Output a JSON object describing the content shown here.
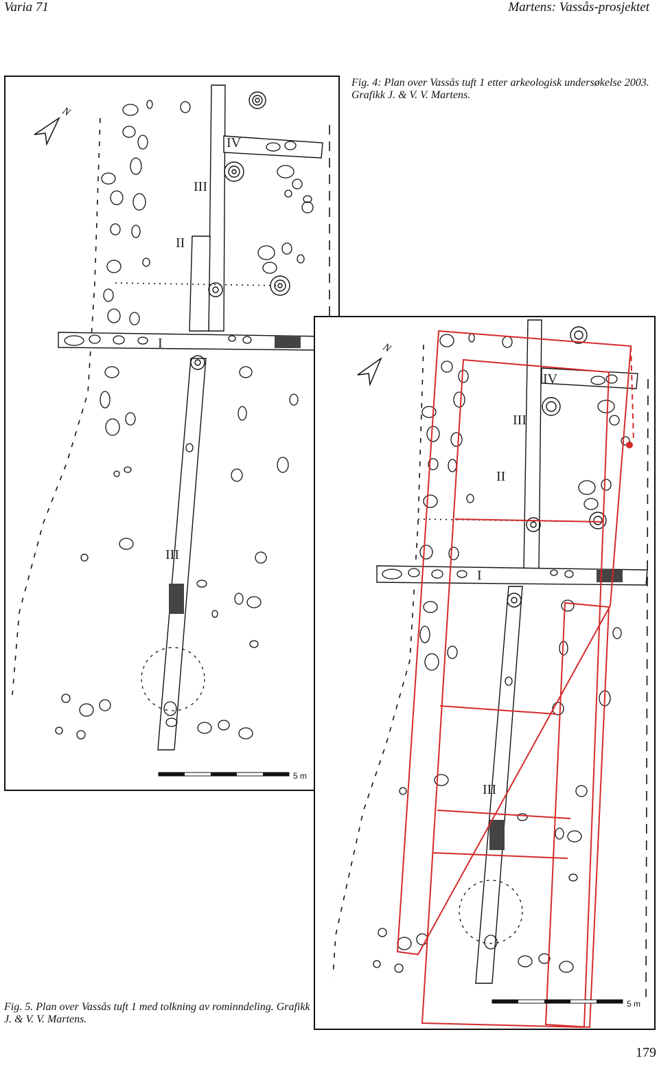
{
  "header": {
    "left": "Varia 71",
    "right": "Martens: Vassås-prosjektet"
  },
  "fig4": {
    "caption": "Fig. 4: Plan over Vassås tuft 1 etter arkeologisk undersøkelse 2003. Grafikk J. & V. V. Martens.",
    "north_label": "N",
    "labels": {
      "i": "I",
      "ii": "II",
      "iii_top": "III",
      "iii_bottom": "III",
      "iv": "IV"
    },
    "scale_label": "5 m"
  },
  "fig5": {
    "caption": "Fig. 5. Plan over Vassås tuft 1 med tolkning av rominndeling. Grafikk J. & V. V. Martens.",
    "north_label": "N",
    "labels": {
      "i": "I",
      "ii": "II",
      "iii_top": "III",
      "iii_bottom": "III",
      "iv": "IV"
    },
    "scale_label": "5 m",
    "room_color": "#d42a2a"
  },
  "page_number": "179"
}
